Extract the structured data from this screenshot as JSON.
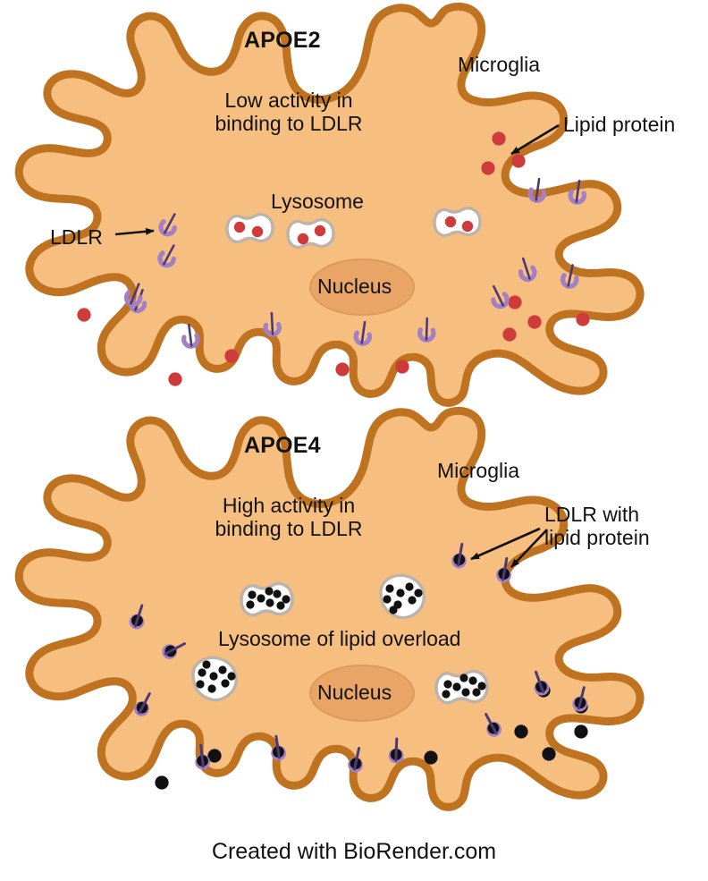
{
  "figure": {
    "caption": "Created with BioRender.com",
    "colors": {
      "cell_fill": "#f7bf7f",
      "cell_stroke": "#bf7320",
      "nucleus_fill": "#e8a566",
      "nucleus_stroke": "#dd9a5c",
      "lysosome_fill": "#ffffff",
      "lysosome_stroke": "#bcb3ab",
      "ldlr_purple": "#a37fc4",
      "ldlr_stem": "#4b3a75",
      "lipid_red": "#cf3b3b",
      "lipid_black": "#111111",
      "text": "#121212",
      "background": "#ffffff"
    }
  },
  "panels": [
    {
      "id": "apoe2",
      "title": "APOE2",
      "description_line1": "Low activity in",
      "description_line2": "binding to LDLR",
      "cell_label": "Microglia",
      "organelle_labels": {
        "lysosome": "Lysosome",
        "nucleus": "Nucleus"
      },
      "callouts": [
        {
          "name": "lipid-protein",
          "text": "Lipid protein"
        },
        {
          "name": "ldlr",
          "text": "LDLR"
        }
      ]
    },
    {
      "id": "apoe4",
      "title": "APOE4",
      "description_line1": "High activity in",
      "description_line2": "binding to LDLR",
      "cell_label": "Microglia",
      "organelle_labels": {
        "lysosome": "Lysosome of lipid overload",
        "nucleus": "Nucleus"
      },
      "callouts": [
        {
          "name": "ldlr-with-lipid-protein",
          "text_line1": "LDLR with",
          "text_line2": "lipid protein"
        }
      ]
    }
  ]
}
